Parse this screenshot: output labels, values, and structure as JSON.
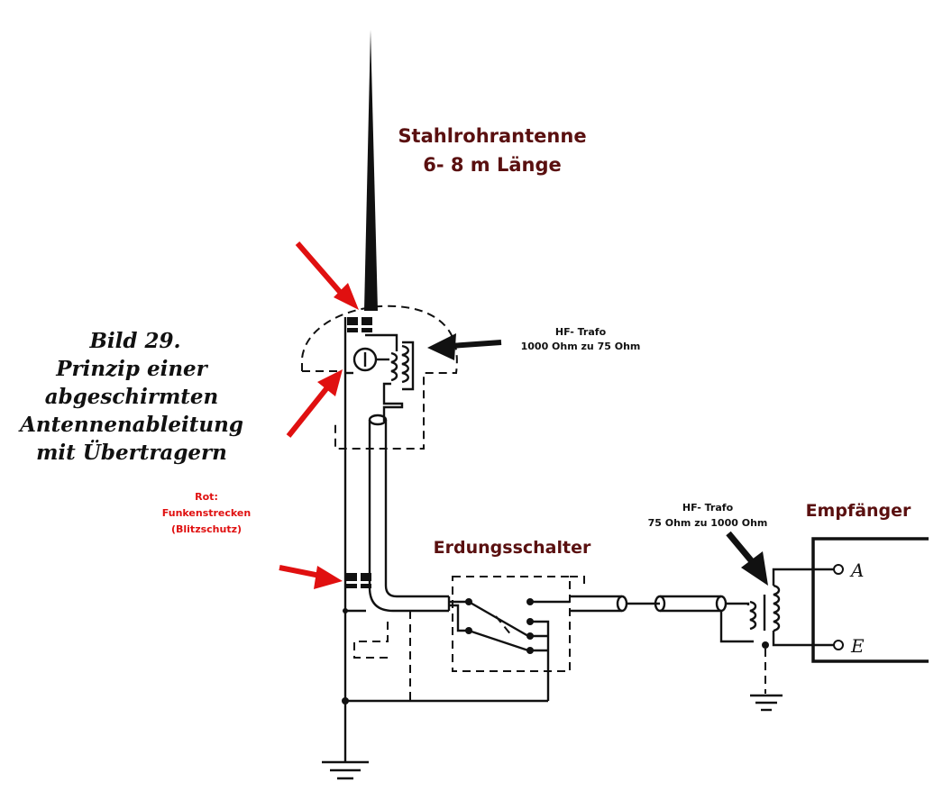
{
  "labels": {
    "antenna_title": "Stahlrohrantenne",
    "antenna_length": "6- 8 m Länge",
    "hf_trafo_top_title": "HF- Trafo",
    "hf_trafo_top_ratio": "1000 Ohm zu 75 Ohm",
    "hf_trafo_right_title": "HF- Trafo",
    "hf_trafo_right_ratio": "75 Ohm zu 1000 Ohm",
    "ground_switch": "Erdungsschalter",
    "receiver": "Empfänger",
    "terminal_a": "A",
    "terminal_e": "E"
  },
  "caption": {
    "line1": "Bild 29.",
    "line2": "Prinzip einer",
    "line3": "abgeschirmten",
    "line4": "Antennenableitung",
    "line5": "mit Übertragern"
  },
  "legend": {
    "line1": "Rot:",
    "line2": "Funkenstrecken",
    "line3": "(Blitzschutz)"
  },
  "colors": {
    "label_dark_red": "#5a1010",
    "marker_red": "#e01010",
    "line_black": "#111111"
  }
}
